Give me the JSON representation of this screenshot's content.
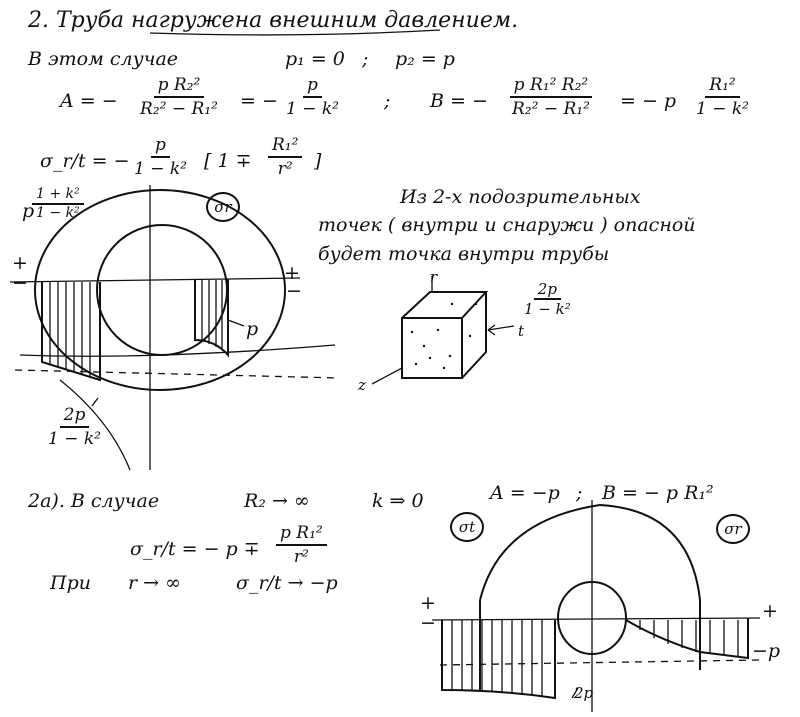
{
  "problem": {
    "heading": "2. Труба нагружена внешним давлением.",
    "case_line": "В этом случае",
    "p1": "p₁ = 0",
    "sep": ";",
    "p2": "p₂ = p",
    "eq_A": {
      "lhs": "A = −",
      "frac1_num": "p R₂²",
      "frac1_den": "R₂² − R₁²",
      "mid": "= −",
      "frac2_num": "p",
      "frac2_den": "1 − k²"
    },
    "semicolon": ";",
    "eq_B": {
      "lhs": "B = −",
      "frac1_num": "p R₁² R₂²",
      "frac1_den": "R₂² − R₁²",
      "mid": "= − p",
      "frac2_num": "R₁²",
      "frac2_den": "1 − k²"
    },
    "eq_sigma": {
      "lhs": "σ_r/t = −",
      "frac_num": "p",
      "frac_den": "1 − k²",
      "bracket_open": "[ 1 ∓",
      "frac2_num": "R₁²",
      "frac2_den": "r²",
      "bracket_close": "]"
    }
  },
  "figure1": {
    "top_label_prefix": "p",
    "top_label_num": "1 + k²",
    "top_label_den": "1 − k²",
    "sigma_r_badge": "σr",
    "plus_left": "+",
    "minus_left": "−",
    "plus_right": "+",
    "minus_right": "−",
    "label_p": "p",
    "bottom_label_num": "2p",
    "bottom_label_den": "1 − k²"
  },
  "remark": {
    "line1": "Из 2-х подозрительных",
    "line2": "точек ( внутри и снаружи ) опасной",
    "line3": "будет точка внутри трубы"
  },
  "element": {
    "label_r": "r",
    "label_z": "z",
    "label_t": "t",
    "stress_num": "2p",
    "stress_den": "1 − k²"
  },
  "case2a": {
    "intro": "2а). В случае",
    "r2": "R₂ → ∞",
    "k": "k ⇒ 0",
    "A": "A = −p",
    "sep": ";",
    "B": "B = − p R₁²",
    "sigma_lhs": "σ_r/t = − p ∓",
    "sigma_num": "p R₁²",
    "sigma_den": "r²",
    "limit_intro": "При",
    "limit_r": "r → ∞",
    "limit_result": "σ_r/t → −p"
  },
  "figure2": {
    "badge_t": "σt",
    "badge_r": "σr",
    "plus_left": "+",
    "minus_left": "−",
    "plus_right": "+",
    "minus_p": "−p",
    "label_2p": "2p"
  }
}
